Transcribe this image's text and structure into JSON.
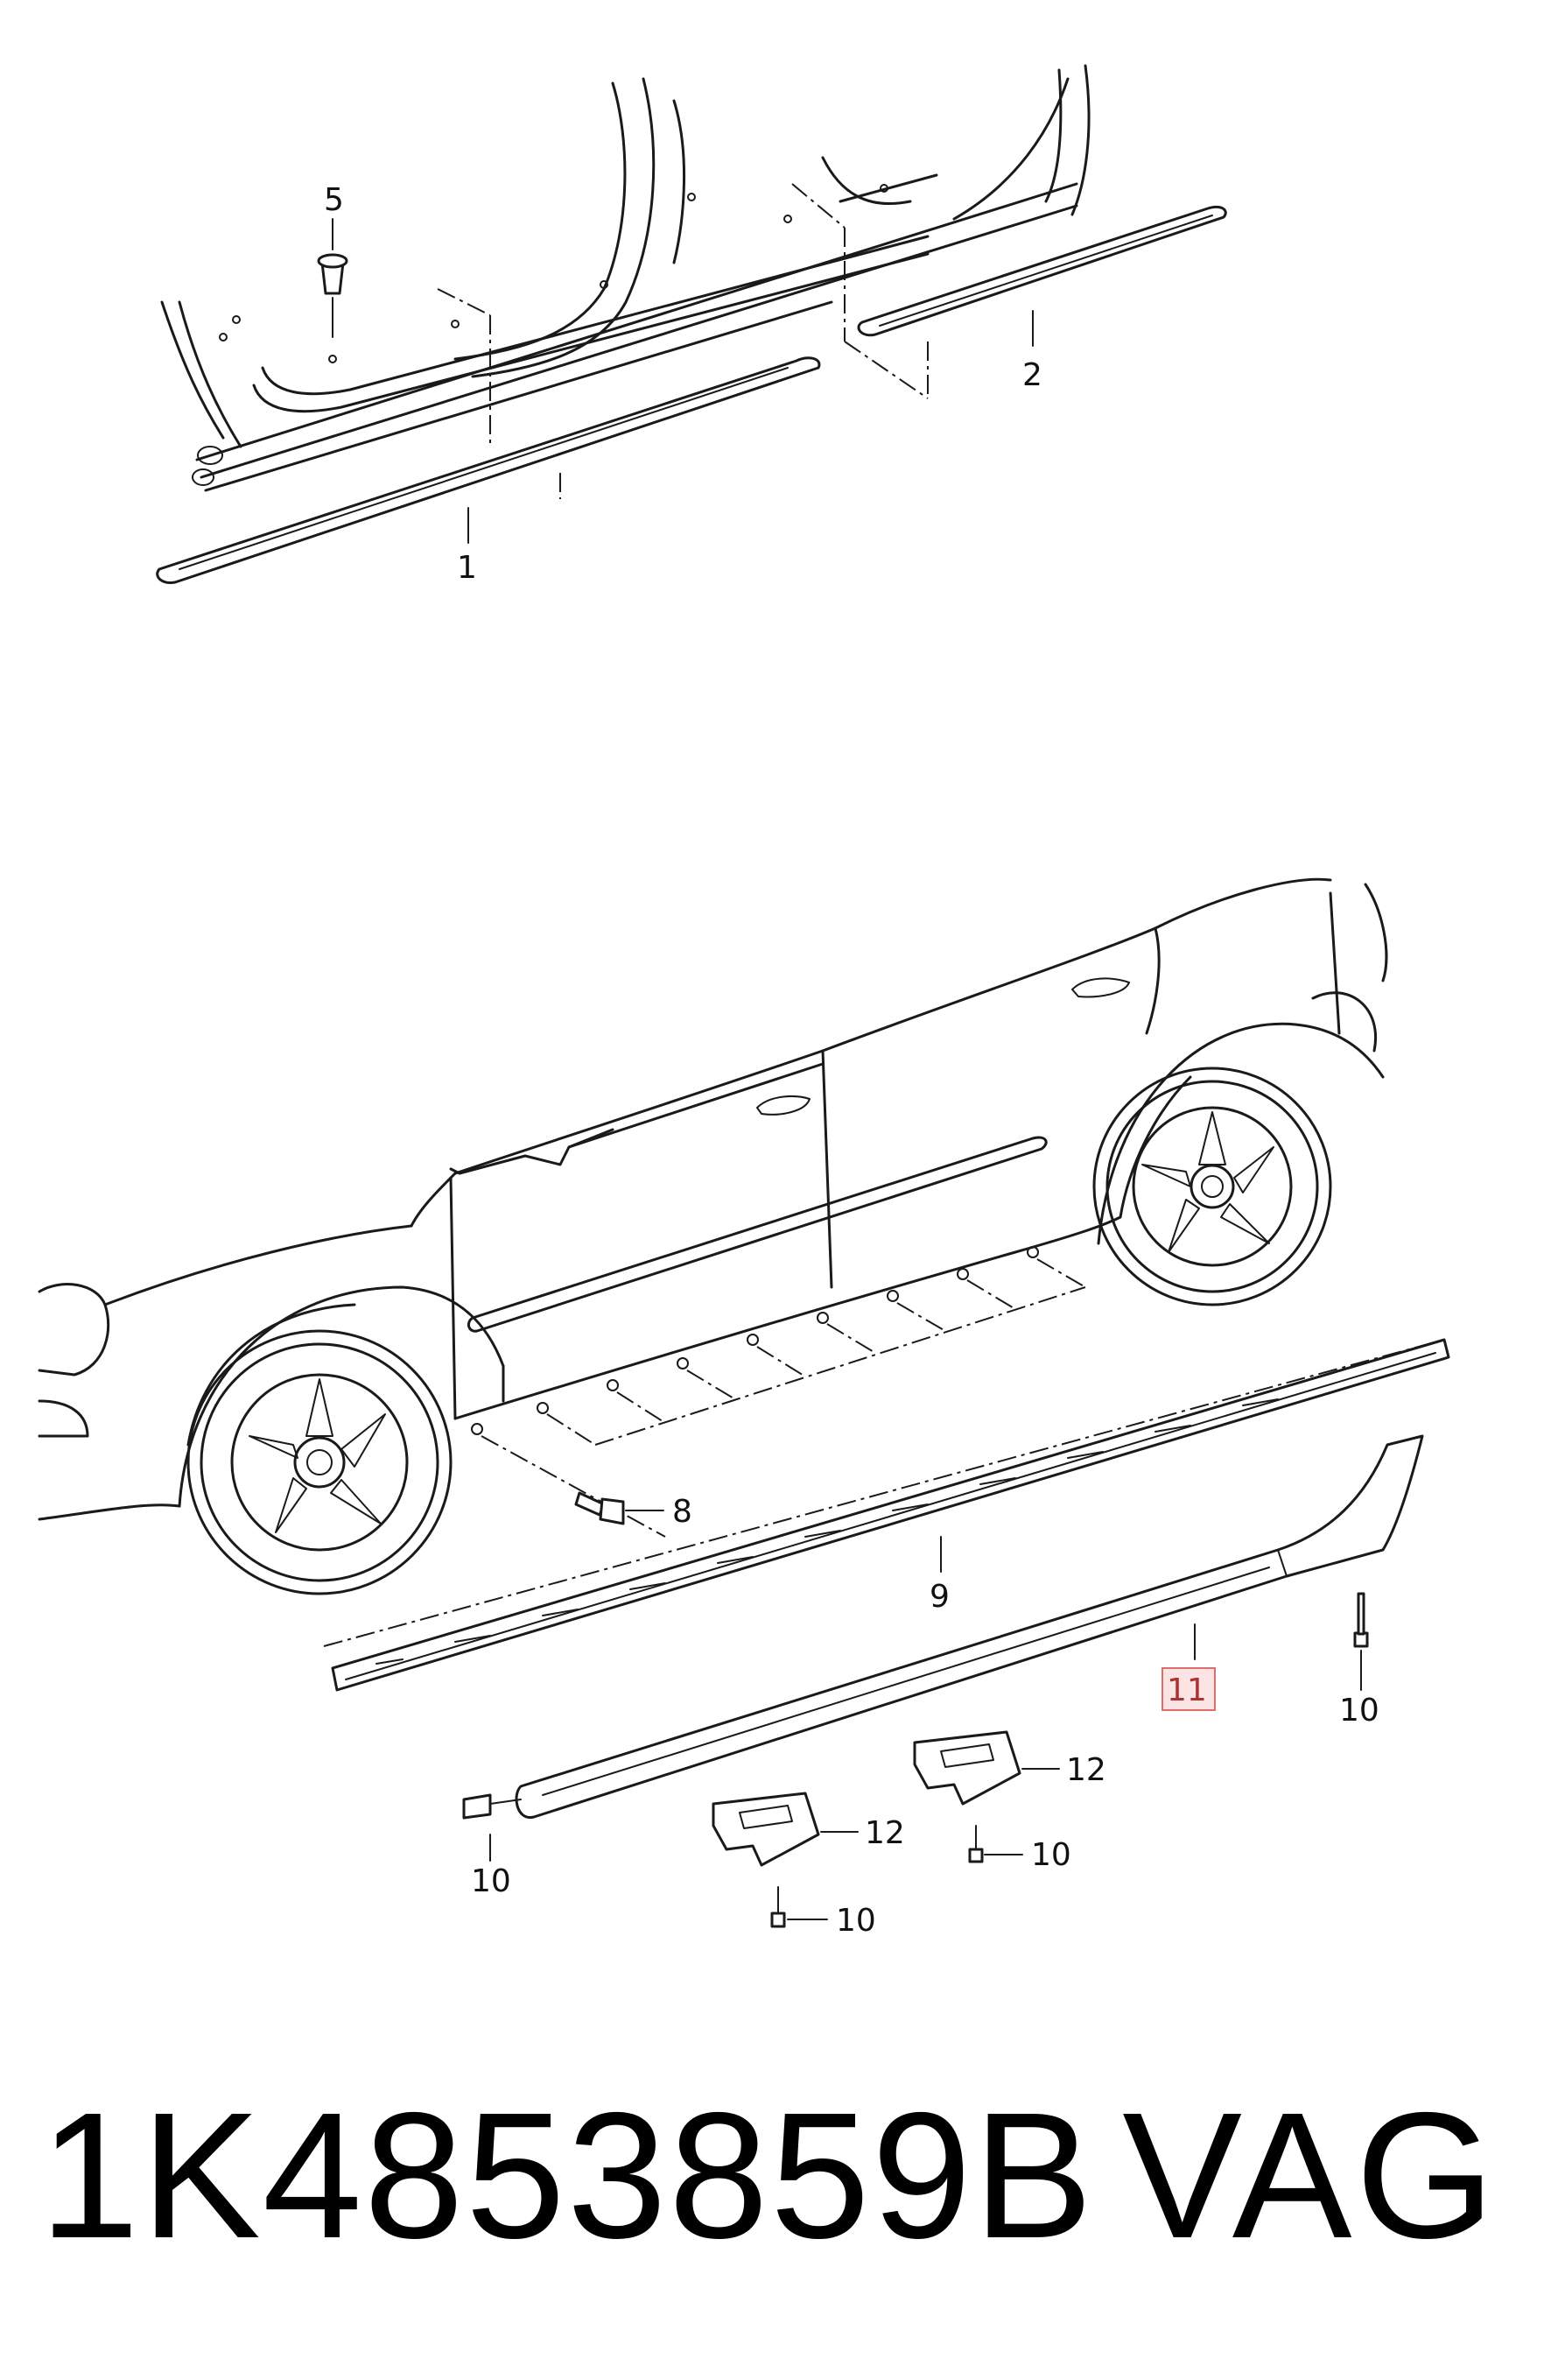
{
  "callouts": {
    "c1": "1",
    "c2": "2",
    "c5": "5",
    "c8": "8",
    "c9": "9",
    "c10a": "10",
    "c10b": "10",
    "c10c": "10",
    "c10d": "10",
    "c11": "11",
    "c12a": "12",
    "c12b": "12"
  },
  "highlight_color": "#e26d6d",
  "footer": {
    "part_number": "1K4853859B",
    "brand": "VAG"
  }
}
